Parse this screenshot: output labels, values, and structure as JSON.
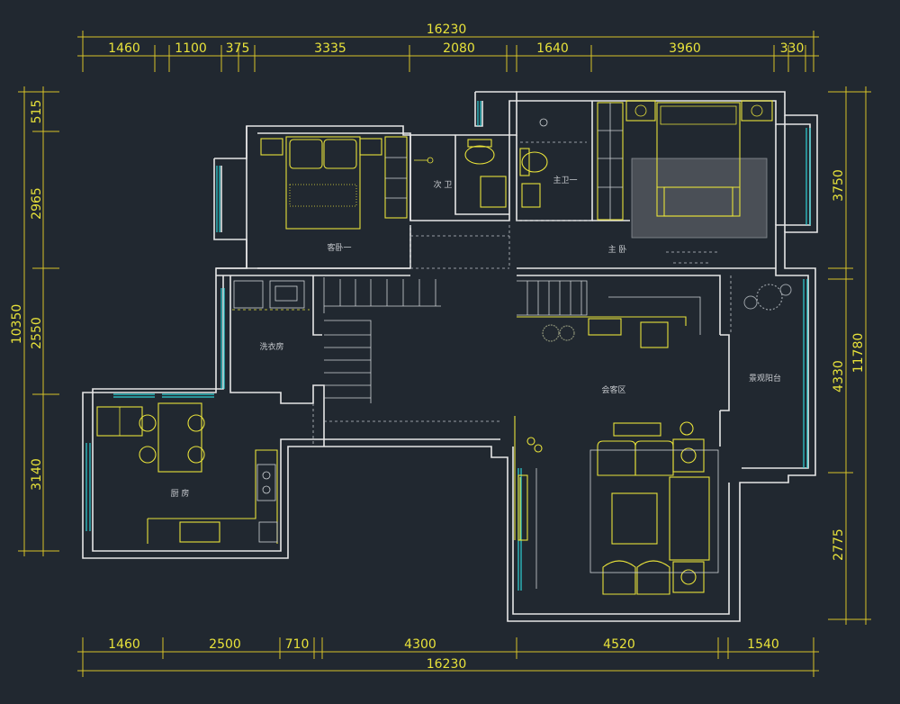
{
  "top_dims": {
    "total": "16230",
    "segments": [
      "1460",
      "1100",
      "375",
      "3335",
      "2080",
      "1640",
      "3960",
      "330"
    ]
  },
  "bottom_dims": {
    "total": "16230",
    "segments": [
      "1460",
      "2500",
      "710",
      "4300",
      "4520",
      "1540"
    ]
  },
  "left_dims": {
    "total": "10350",
    "segments": [
      "515",
      "2965",
      "2550",
      "3140"
    ]
  },
  "right_dims": {
    "total": "11780",
    "segments": [
      "3750",
      "4330",
      "2775"
    ]
  },
  "rooms": {
    "guest_bedroom": "客卧一",
    "second_bath": "次 卫",
    "master_bath": "主卫一",
    "master_bedroom": "主 卧",
    "laundry": "洗衣房",
    "living": "会客区",
    "balcony": "景观阳台",
    "kitchen": "厨 房"
  },
  "colors": {
    "background": "#212830",
    "dimension": "#e8e23a",
    "wall": "#e6e6e6",
    "window": "#2fd3d6"
  }
}
